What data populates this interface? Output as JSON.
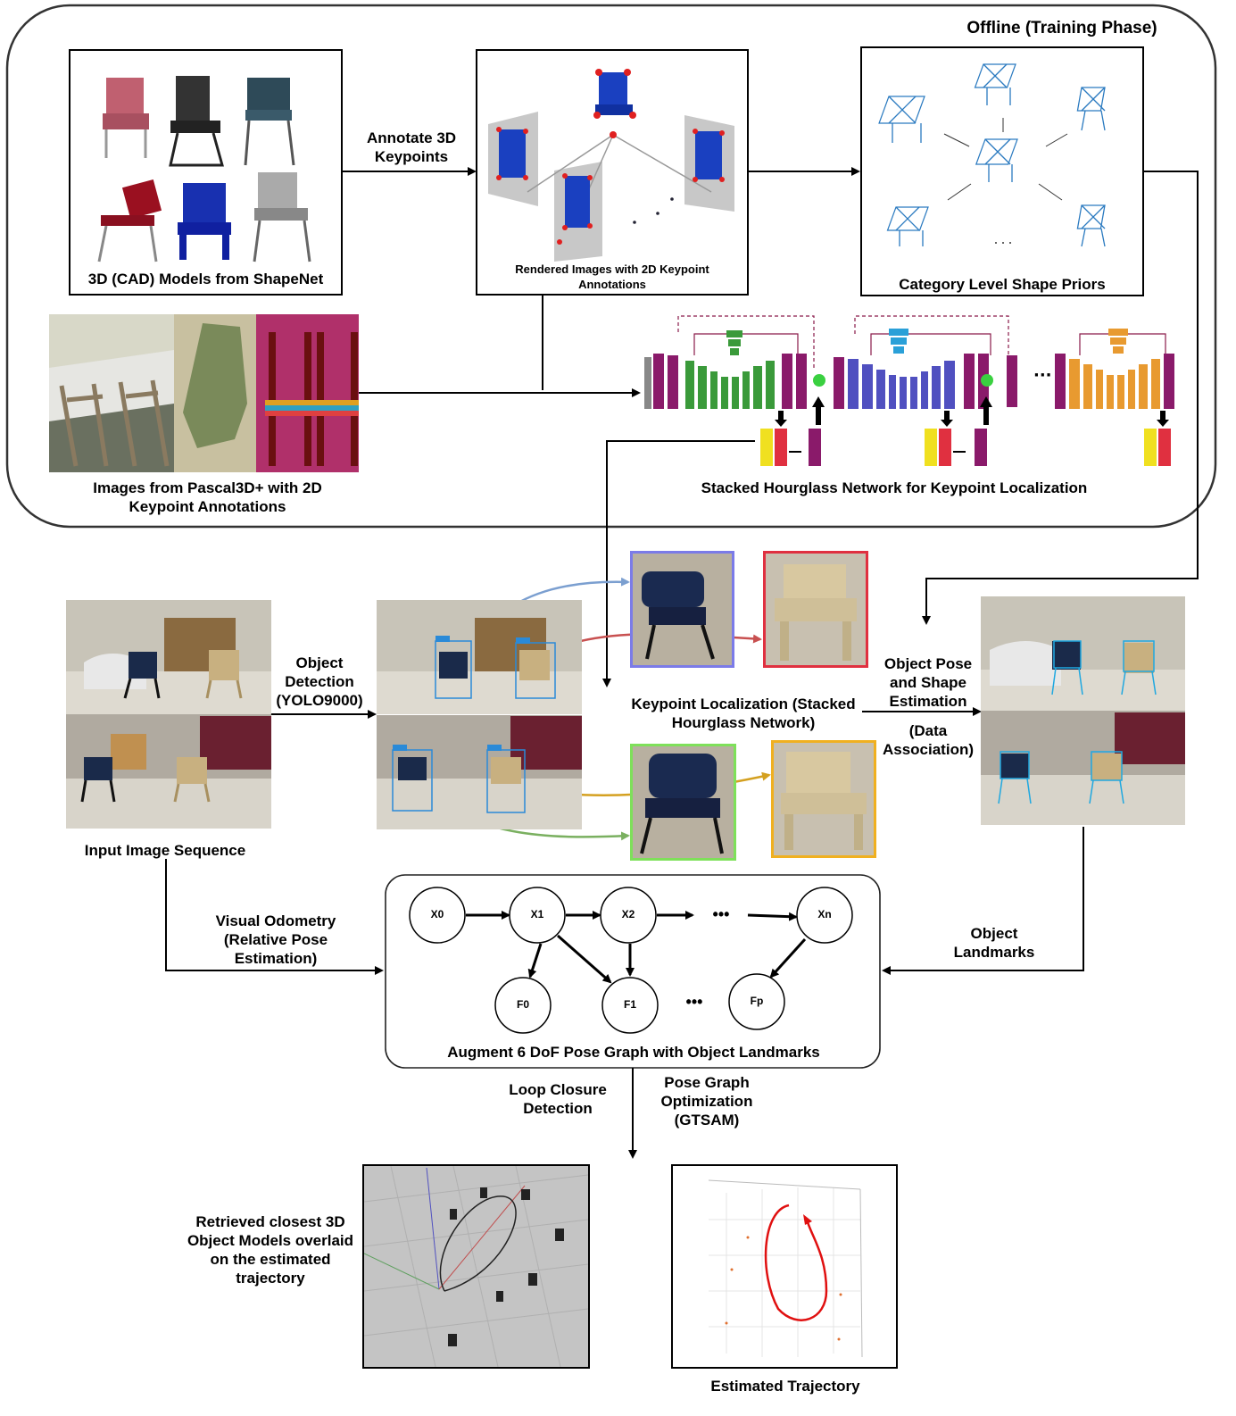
{
  "offline": {
    "title": "Offline (Training Phase)",
    "cad_models_label": "3D (CAD) Models from ShapeNet",
    "annotate_label": "Annotate 3D\nKeypoints",
    "rendered_label": "Rendered Images with 2D Keypoint\nAnnotations",
    "shape_priors_label": "Category Level Shape Priors",
    "pascal_label": "Images from Pascal3D+ with 2D\nKeypoint Annotations",
    "hourglass_label": "Stacked Hourglass Network for Keypoint Localization"
  },
  "online": {
    "input_label": "Input Image Sequence",
    "detection_label": "Object\nDetection\n(YOLO9000)",
    "keypoint_label": "Keypoint Localization (Stacked\nHourglass Network)",
    "pose_shape_label": "Object Pose\nand Shape\nEstimation",
    "data_assoc_label": "(Data\nAssociation)",
    "visual_odometry_label": "Visual Odometry\n(Relative Pose\nEstimation)",
    "object_landmarks_label": "Object\nLandmarks",
    "pose_graph_label": "Augment 6 DoF Pose Graph with Object Landmarks",
    "loop_closure_label": "Loop Closure\nDetection",
    "optimization_label": "Pose Graph\nOptimization\n(GTSAM)",
    "retrieved_label": "Retrieved closest 3D\nObject Models overlaid\non the estimated\ntrajectory",
    "trajectory_label": "Estimated Trajectory"
  },
  "graph": {
    "nodes": [
      "X0",
      "X1",
      "X2",
      "Xn",
      "F0",
      "F1",
      "Fp"
    ],
    "ellipsis": "•••"
  },
  "colors": {
    "blue_crop": "#7b7be8",
    "red_crop": "#e03040",
    "green_crop": "#7ee05a",
    "orange_crop": "#f0b020",
    "hourglass_green": "#3a9a3a",
    "hourglass_blue": "#5050c0",
    "hourglass_orange": "#e89a30",
    "hourglass_purple": "#8a1a6a",
    "trajectory_red": "#e01010"
  }
}
